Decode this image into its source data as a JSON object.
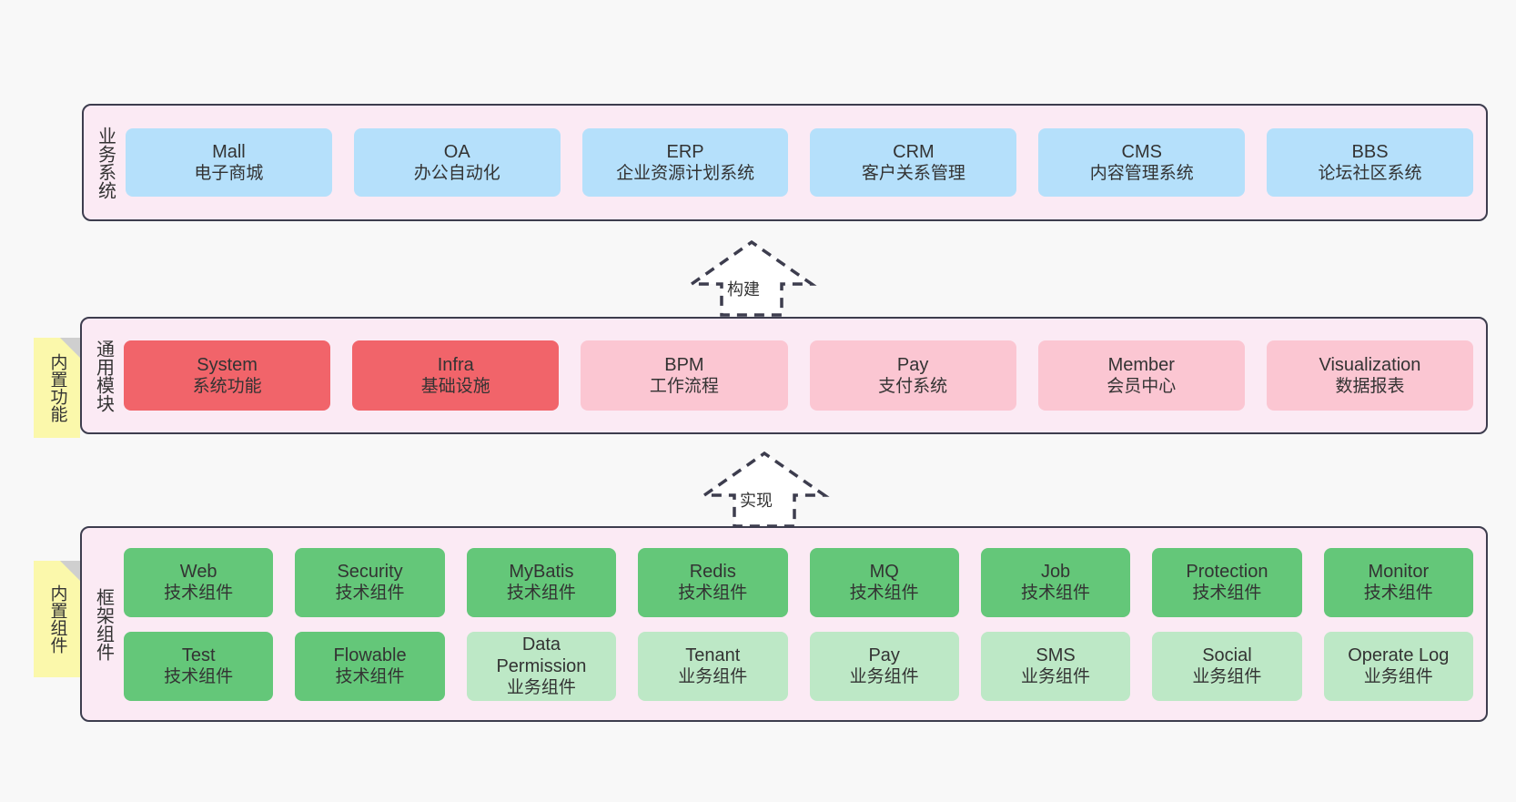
{
  "diagram": {
    "background_color": "#f8f8f8",
    "panel_color": "#fbeaf4",
    "panel_border_color": "#3d3d4e",
    "sticky_color": "#fbf8ab"
  },
  "layers": [
    {
      "id": "business-system",
      "title": "业务系统",
      "sticky": null,
      "rows": [
        {
          "nodes": [
            {
              "title": "Mall",
              "sub": "电子商城",
              "color": "#b5e0fb",
              "style": "blue"
            },
            {
              "title": "OA",
              "sub": "办公自动化",
              "color": "#b5e0fb",
              "style": "blue"
            },
            {
              "title": "ERP",
              "sub": "企业资源计划系统",
              "color": "#b5e0fb",
              "style": "blue"
            },
            {
              "title": "CRM",
              "sub": "客户关系管理",
              "color": "#b5e0fb",
              "style": "blue"
            },
            {
              "title": "CMS",
              "sub": "内容管理系统",
              "color": "#b5e0fb",
              "style": "blue"
            },
            {
              "title": "BBS",
              "sub": "论坛社区系统",
              "color": "#b5e0fb",
              "style": "blue"
            }
          ]
        }
      ]
    },
    {
      "id": "common-module",
      "title": "通用模块",
      "sticky": "内置功能",
      "rows": [
        {
          "nodes": [
            {
              "title": "System",
              "sub": "系统功能",
              "color": "#f1646a",
              "style": "redA"
            },
            {
              "title": "Infra",
              "sub": "基础设施",
              "color": "#f1646a",
              "style": "redA"
            },
            {
              "title": "BPM",
              "sub": "工作流程",
              "color": "#fbc6d2",
              "style": "pinkB"
            },
            {
              "title": "Pay",
              "sub": "支付系统",
              "color": "#fbc6d2",
              "style": "pinkB"
            },
            {
              "title": "Member",
              "sub": "会员中心",
              "color": "#fbc6d2",
              "style": "pinkB"
            },
            {
              "title": "Visualization",
              "sub": "数据报表",
              "color": "#fbc6d2",
              "style": "pinkB"
            }
          ]
        }
      ]
    },
    {
      "id": "framework-component",
      "title": "框架组件",
      "sticky": "内置组件",
      "rows": [
        {
          "nodes": [
            {
              "title": "Web",
              "sub": "技术组件",
              "color": "#64c779",
              "style": "greenA"
            },
            {
              "title": "Security",
              "sub": "技术组件",
              "color": "#64c779",
              "style": "greenA"
            },
            {
              "title": "MyBatis",
              "sub": "技术组件",
              "color": "#64c779",
              "style": "greenA"
            },
            {
              "title": "Redis",
              "sub": "技术组件",
              "color": "#64c779",
              "style": "greenA"
            },
            {
              "title": "MQ",
              "sub": "技术组件",
              "color": "#64c779",
              "style": "greenA"
            },
            {
              "title": "Job",
              "sub": "技术组件",
              "color": "#64c779",
              "style": "greenA"
            },
            {
              "title": "Protection",
              "sub": "技术组件",
              "color": "#64c779",
              "style": "greenA"
            },
            {
              "title": "Monitor",
              "sub": "技术组件",
              "color": "#64c779",
              "style": "greenA"
            }
          ]
        },
        {
          "nodes": [
            {
              "title": "Test",
              "sub": "技术组件",
              "color": "#64c779",
              "style": "greenA"
            },
            {
              "title": "Flowable",
              "sub": "技术组件",
              "color": "#64c779",
              "style": "greenA"
            },
            {
              "title": "Data Permission",
              "sub": "业务组件",
              "color": "#bde8c6",
              "style": "greenB"
            },
            {
              "title": "Tenant",
              "sub": "业务组件",
              "color": "#bde8c6",
              "style": "greenB"
            },
            {
              "title": "Pay",
              "sub": "业务组件",
              "color": "#bde8c6",
              "style": "greenB"
            },
            {
              "title": "SMS",
              "sub": "业务组件",
              "color": "#bde8c6",
              "style": "greenB"
            },
            {
              "title": "Social",
              "sub": "业务组件",
              "color": "#bde8c6",
              "style": "greenB"
            },
            {
              "title": "Operate Log",
              "sub": "业务组件",
              "color": "#bde8c6",
              "style": "greenB"
            }
          ]
        }
      ]
    }
  ],
  "connectors": [
    {
      "id": "build",
      "label": "构建",
      "from": "common-module",
      "to": "business-system"
    },
    {
      "id": "implement",
      "label": "实现",
      "from": "framework-component",
      "to": "common-module"
    }
  ]
}
